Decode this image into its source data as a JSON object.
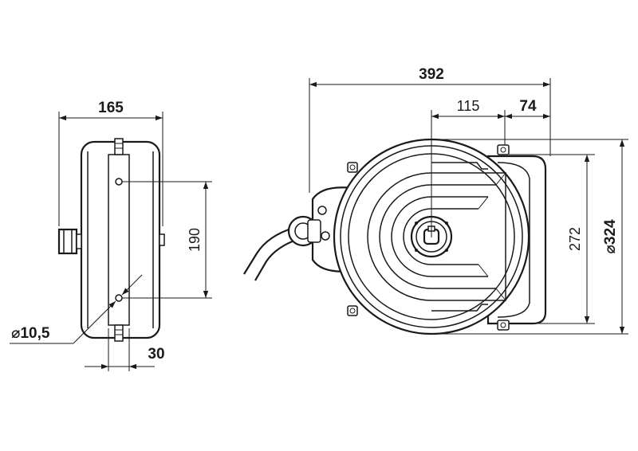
{
  "dimensions": {
    "side_width": "165",
    "side_height": "190",
    "hole_diameter": "⌀10,5",
    "bracket_offset": "30",
    "front_width": "392",
    "hub_offset": "115",
    "bracket_width": "74",
    "inner_height": "272",
    "outer_diameter": "⌀324"
  }
}
